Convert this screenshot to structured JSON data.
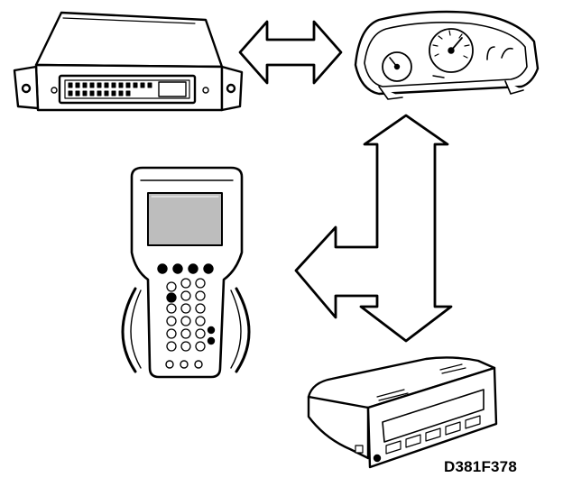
{
  "figure": {
    "id_label": "D381F378"
  },
  "components": [
    {
      "key": "ecu",
      "icon": "engine-control-module-icon"
    },
    {
      "key": "cluster",
      "icon": "instrument-cluster-icon"
    },
    {
      "key": "scan_tool",
      "icon": "handheld-scan-tool-icon"
    },
    {
      "key": "display",
      "icon": "information-display-unit-icon"
    }
  ],
  "connections": [
    {
      "from": "ecu",
      "to": "cluster",
      "style": "double-arrow"
    },
    {
      "from": "cluster",
      "to": "display",
      "style": "double-arrow"
    },
    {
      "from": "bus",
      "to": "scan_tool",
      "style": "single-arrow"
    }
  ],
  "colors": {
    "line": "#000000",
    "fill": "#ffffff",
    "screen": "#bdbdbd"
  }
}
